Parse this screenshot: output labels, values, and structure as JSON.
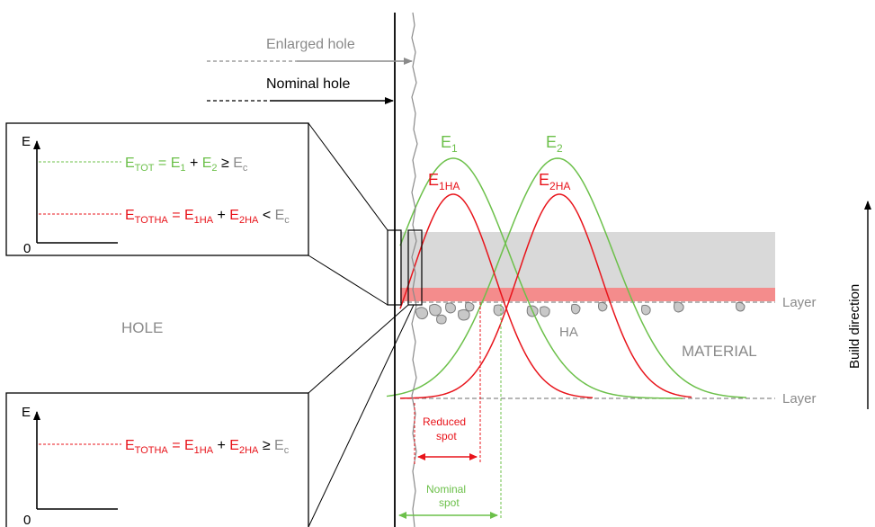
{
  "labels": {
    "enlarged_hole": "Enlarged hole",
    "nominal_hole": "Nominal hole",
    "hole": "HOLE",
    "material": "MATERIAL",
    "ha": "HA",
    "layer_top": "Layer",
    "layer_bottom": "Layer",
    "build_direction": "Build direction",
    "e1": "E",
    "e1_sub": "1",
    "e2": "E",
    "e2_sub": "2",
    "e1ha": "E",
    "e1ha_sub": "1HA",
    "e2ha": "E",
    "e2ha_sub": "2HA",
    "reduced_spot_line1": "Reduced",
    "reduced_spot_line2": "spot",
    "nominal_spot_line1": "Nominal",
    "nominal_spot_line2": "spot"
  },
  "box_top": {
    "axis_label": "E",
    "origin_label": "0",
    "eq_green": {
      "lhs": "E",
      "lhs_sub": "TOT",
      "op1": " = ",
      "a": "E",
      "a_sub": "1",
      "plus": " + ",
      "b": "E",
      "b_sub": "2",
      "rel": " ≥ ",
      "c": "E",
      "c_sub": "c"
    },
    "eq_red": {
      "lhs": "E",
      "lhs_sub": "TOTHA",
      "op1": " = ",
      "a": "E",
      "a_sub": "1HA",
      "plus": " + ",
      "b": "E",
      "b_sub": "2HA",
      "rel": " < ",
      "c": "E",
      "c_sub": "c"
    }
  },
  "box_bottom": {
    "axis_label": "E",
    "origin_label": "0",
    "eq_red": {
      "lhs": "E",
      "lhs_sub": "TOTHA",
      "op1": " = ",
      "a": "E",
      "a_sub": "1HA",
      "plus": " + ",
      "b": "E",
      "b_sub": "2HA",
      "rel": " ≥ ",
      "c": "E",
      "c_sub": "c"
    }
  },
  "colors": {
    "green": "#6cc04a",
    "red": "#e8141b",
    "gray_band": "#d9d9d9",
    "pink_band": "#f48c8c",
    "particle": "#c8c8c8"
  }
}
